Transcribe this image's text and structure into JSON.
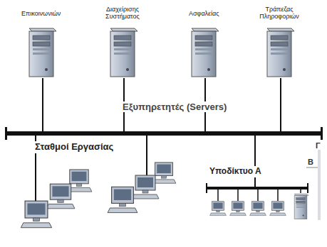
{
  "diagram": {
    "nodes": [
      {
        "text": [
          "Επικοινωνιών"
        ]
      },
      {
        "text": [
          "Διαχείρισης Συστήματος"
        ]
      },
      {
        "text": [
          "Ασφαλείας"
        ]
      },
      {
        "text": [
          "Τράπεζας Πληροφοριών"
        ]
      },
      {
        "text": [
          "Σταθμοί Εργασίας"
        ]
      },
      {
        "text": [
          "Υποδίκτυο Α"
        ]
      }
    ],
    "labels": [
      "Εξυπηρετητές (Servers)",
      "Β",
      "Γ"
    ]
  }
}
